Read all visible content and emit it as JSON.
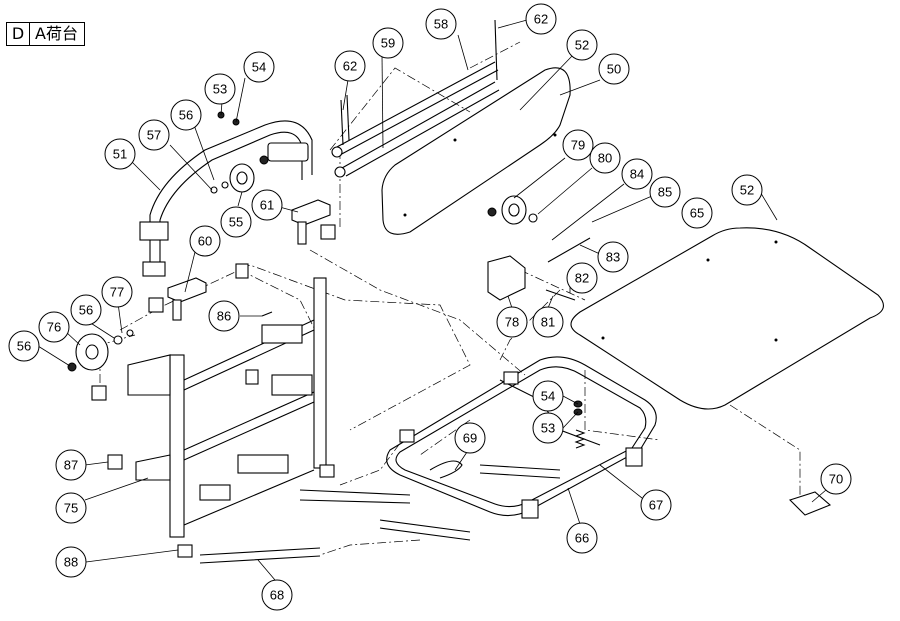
{
  "header": {
    "section_letter": "D",
    "section_name": "A荷台"
  },
  "callouts": [
    {
      "label": "62"
    },
    {
      "label": "58"
    },
    {
      "label": "52"
    },
    {
      "label": "59"
    },
    {
      "label": "62"
    },
    {
      "label": "50"
    },
    {
      "label": "54"
    },
    {
      "label": "53"
    },
    {
      "label": "56"
    },
    {
      "label": "57"
    },
    {
      "label": "51"
    },
    {
      "label": "55"
    },
    {
      "label": "79"
    },
    {
      "label": "80"
    },
    {
      "label": "84"
    },
    {
      "label": "85"
    },
    {
      "label": "52"
    },
    {
      "label": "65"
    },
    {
      "label": "61"
    },
    {
      "label": "60"
    },
    {
      "label": "77"
    },
    {
      "label": "56"
    },
    {
      "label": "76"
    },
    {
      "label": "56"
    },
    {
      "label": "86"
    },
    {
      "label": "83"
    },
    {
      "label": "82"
    },
    {
      "label": "78"
    },
    {
      "label": "81"
    },
    {
      "label": "54"
    },
    {
      "label": "53"
    },
    {
      "label": "69"
    },
    {
      "label": "87"
    },
    {
      "label": "75"
    },
    {
      "label": "67"
    },
    {
      "label": "70"
    },
    {
      "label": "66"
    },
    {
      "label": "88"
    },
    {
      "label": "68"
    }
  ]
}
